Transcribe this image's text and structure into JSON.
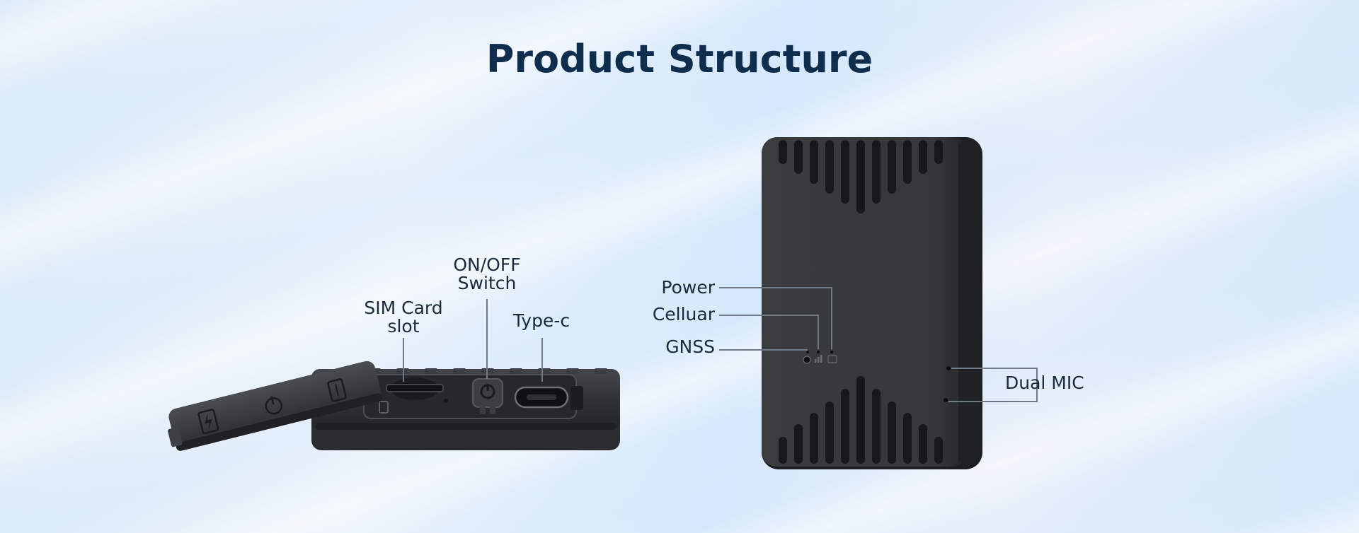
{
  "page": {
    "title": "Product Structure"
  },
  "callouts": {
    "sim_card_line1": "SIM Card",
    "sim_card_line2": "slot",
    "switch_line1": "ON/OFF",
    "switch_line2": "Switch",
    "type_c": "Type-c",
    "power": "Power",
    "cellular": "Celluar",
    "gnss": "GNSS",
    "dual_mic": "Dual MIC"
  },
  "colors": {
    "title": "#0f2d4d",
    "label_text": "#1a2a3d",
    "leader_line": "#6f7a86",
    "device_body": "#2b2d31",
    "device_edge": "#1d1f22"
  },
  "icons": {
    "side_device": "tracker-side-view",
    "front_device": "tracker-front-view",
    "cover_symbols": [
      "lightning-icon",
      "power-icon",
      "sim-card-icon"
    ],
    "led_indicators": [
      "gnss-satellite-icon",
      "cellular-signal-icon",
      "battery-icon"
    ]
  }
}
